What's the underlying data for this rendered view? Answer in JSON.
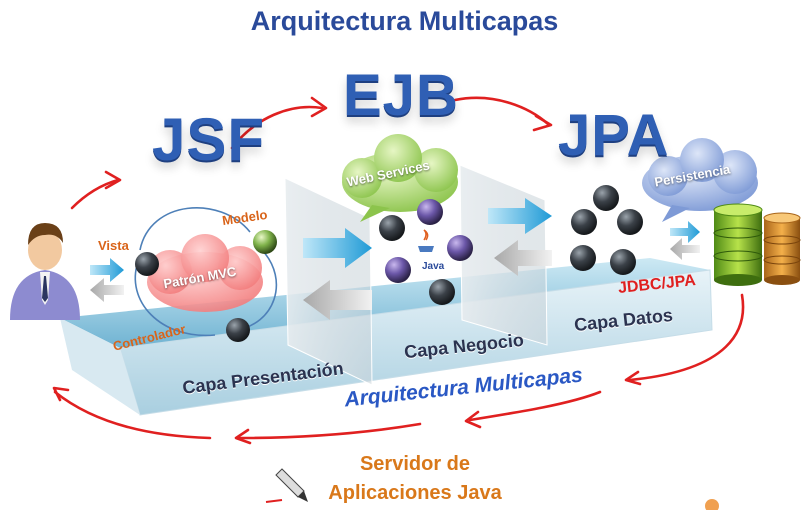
{
  "title": "Arquitectura Multicapas",
  "tiers": {
    "jsf": "JSF",
    "ejb": "EJB",
    "jpa": "JPA"
  },
  "layers": {
    "presentacion": "Capa Presentación",
    "negocio": "Capa Negocio",
    "datos": "Capa Datos"
  },
  "mvc": {
    "vista": "Vista",
    "modelo": "Modelo",
    "controlador": "Controlador",
    "patron": "Patrón MVC"
  },
  "clouds": {
    "web_services": "Web Services",
    "persistencia": "Persistencia"
  },
  "java_label": "Java",
  "jdbc_label": "JDBC/JPA",
  "platform_label": "Arquitectura Multicapas",
  "server": {
    "line1": "Servidor de",
    "line2": "Aplicaciones Java"
  },
  "colors": {
    "title": "#2a4a9a",
    "tier_text": "#2f5fb4",
    "annotation_red": "#e02020",
    "orange": "#d9641a",
    "platform": "#8fc7de"
  }
}
